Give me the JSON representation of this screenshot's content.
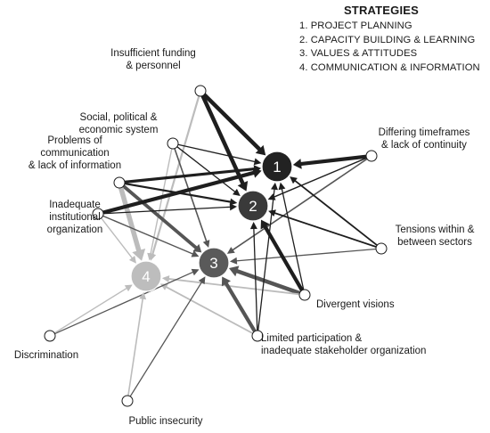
{
  "legend": {
    "title": "STRATEGIES",
    "items": [
      "1. PROJECT PLANNING",
      "2. CAPACITY BUILDING & LEARNING",
      "3. VALUES & ATTITUDES",
      "4. COMMUNICATION & INFORMATION"
    ]
  },
  "strategies": [
    {
      "id": "s1",
      "number": "1",
      "color": "#222222"
    },
    {
      "id": "s2",
      "number": "2",
      "color": "#3a3a3a"
    },
    {
      "id": "s3",
      "number": "3",
      "color": "#5a5a5a"
    },
    {
      "id": "s4",
      "number": "4",
      "color": "#bdbdbd"
    }
  ],
  "barriers": [
    {
      "id": "funding",
      "lines": [
        "Insufficient funding",
        "& personnel"
      ]
    },
    {
      "id": "social",
      "lines": [
        "Social, political &",
        "economic system"
      ]
    },
    {
      "id": "communication",
      "lines": [
        "Problems of",
        "communication",
        "& lack of information"
      ]
    },
    {
      "id": "institutional",
      "lines": [
        "Inadequate",
        "institutional",
        "organization"
      ]
    },
    {
      "id": "timeframes",
      "lines": [
        "Differing timeframes",
        "& lack of continuity"
      ]
    },
    {
      "id": "tensions",
      "lines": [
        "Tensions within &",
        "between sectors"
      ]
    },
    {
      "id": "visions",
      "lines": [
        "Divergent visions"
      ]
    },
    {
      "id": "participation",
      "lines": [
        "Limited participation &",
        "inadequate stakeholder organization"
      ]
    },
    {
      "id": "discrimination",
      "lines": [
        "Discrimination"
      ]
    },
    {
      "id": "insecurity",
      "lines": [
        "Public insecurity"
      ]
    }
  ]
}
